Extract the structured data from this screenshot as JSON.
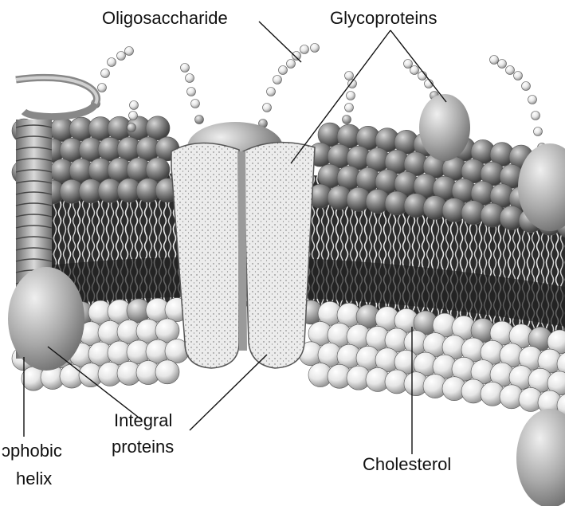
{
  "labels": {
    "oligosaccharide": "Oligosaccharide",
    "glycoproteins": "Glycoproteins",
    "integral_line1": "Integral",
    "integral_line2": "proteins",
    "hydrophobic_line1": "ɔphobic",
    "hydrophobic_line2": "helix",
    "cholesterol": "Cholesterol"
  }
}
